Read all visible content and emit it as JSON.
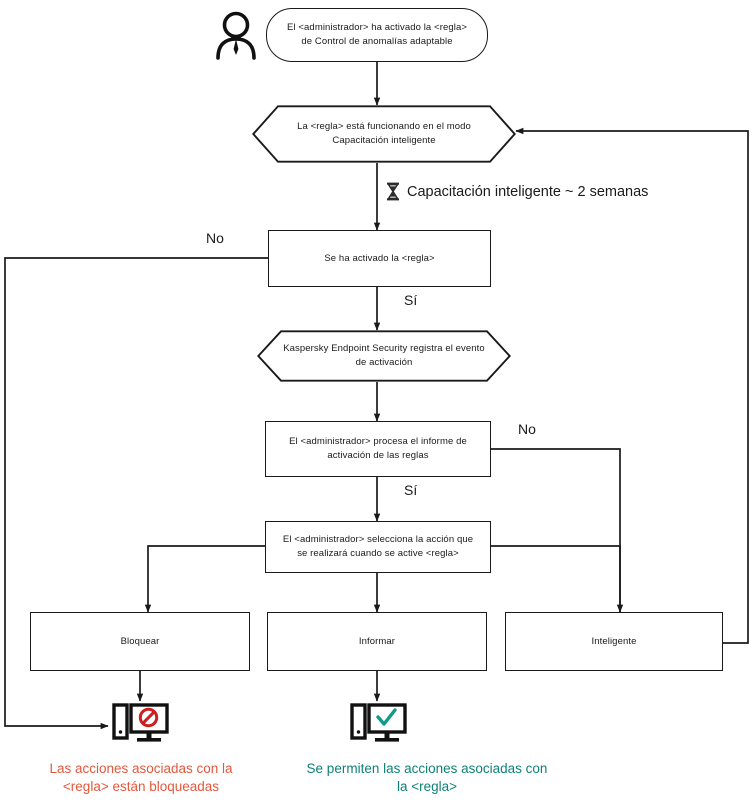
{
  "diagram": {
    "title": "Flujo de Control de anomalias adaptable",
    "language": "es",
    "colors": {
      "stroke": "#1a1a1a",
      "blocked_text": "#e4573d",
      "allowed_text": "#0f8276",
      "deny_mark": "#cc1f1f",
      "check_mark": "#0f9b86"
    }
  },
  "nodes": {
    "actor": {
      "icon": "person-icon",
      "label": ""
    },
    "start": {
      "shape": "stadium",
      "text": "El <administrador> ha activado la <regla>\nde Control de anomalías adaptable"
    },
    "training_mode": {
      "shape": "hexagon",
      "text": "La <regla> está funcionando en el modo\nCapacitación inteligente"
    },
    "rule_triggered": {
      "shape": "rect",
      "text": "Se ha activado la <regla>"
    },
    "log_event": {
      "shape": "hexagon",
      "text": "Kaspersky Endpoint Security registra el evento\nde activación"
    },
    "admin_report": {
      "shape": "rect",
      "text": "El <administrador> procesa el informe de\nactivación de las reglas"
    },
    "admin_select": {
      "shape": "rect",
      "text": "El <administrador> selecciona la acción que\nse realizará cuando se active <regla>"
    },
    "action_block": {
      "shape": "rect",
      "text": "Bloquear"
    },
    "action_inform": {
      "shape": "rect",
      "text": "Informar"
    },
    "action_smart": {
      "shape": "rect",
      "text": "Inteligente"
    }
  },
  "note": {
    "icon": "hourglass-icon",
    "text": "Capacitación inteligente ~ 2 semanas"
  },
  "edge_labels": {
    "no_rule_triggered": "No",
    "yes_rule_triggered": "Sí",
    "no_admin_report": "No",
    "yes_admin_report": "Sí"
  },
  "outcomes": {
    "blocked": {
      "icon": "monitor-blocked-icon",
      "caption": "Las acciones asociadas con la\n<regla> están bloqueadas"
    },
    "allowed": {
      "icon": "monitor-allowed-icon",
      "caption": "Se permiten las acciones asociadas con\nla <regla>"
    }
  }
}
